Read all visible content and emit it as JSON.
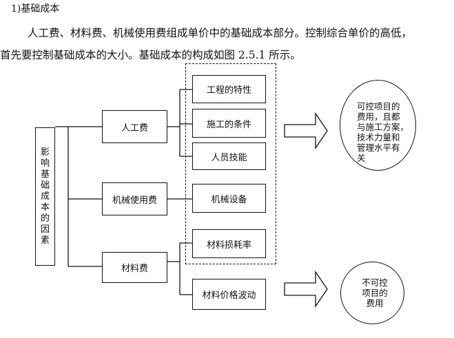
{
  "heading": "1)基础成本",
  "paragraph": {
    "line1": "人工费、材料费、机械使用费组成单价中的基础成本部分。控制综合单价的高低，",
    "line2": "首先要控制基础成本的大小。基础成本的构成如图 2.5.1 所示。"
  },
  "diagram": {
    "root": "影响基础成本的因素",
    "costs": {
      "labor": "人工费",
      "machinery": "机械使用费",
      "material": "材料费"
    },
    "factors": {
      "project_features": "工程的特性",
      "construction_conditions": "施工的条件",
      "staff_skills": "人员技能",
      "machinery_equipment": "机械设备",
      "material_loss_rate": "材料损耗率",
      "material_price_fluctuation": "材料价格波动"
    },
    "controllable": {
      "lines": [
        "可控项目的",
        "费用，且都",
        "与施工方案，",
        "技术力量和",
        "管理水平有",
        "关"
      ]
    },
    "uncontrollable": {
      "lines": [
        "不可控",
        "项目的",
        "费用"
      ]
    }
  }
}
